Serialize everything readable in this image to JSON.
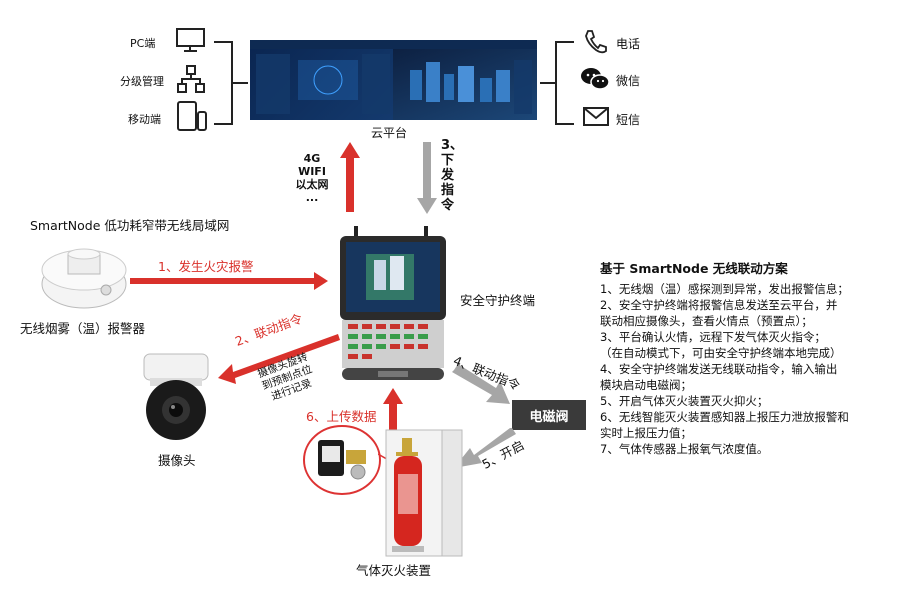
{
  "cloud": {
    "title": "云平台",
    "left_items": [
      "PC端",
      "分级管理",
      "移动端"
    ],
    "right_items": [
      "电话",
      "微信",
      "短信"
    ]
  },
  "network": {
    "up_labels": [
      "4G",
      "WIFI",
      "以太网",
      "..."
    ],
    "down_label": "3、下发指令"
  },
  "network_title": "SmartNode 低功耗窄带无线局域网",
  "devices": {
    "smoke_sensor": "无线烟雾（温）报警器",
    "camera": "摄像头",
    "terminal": "安全守护终端",
    "valve": "电磁阀",
    "extinguisher": "气体灭火装置"
  },
  "steps": {
    "s1": "1、发生火灾报警",
    "s2": "2、联动指令",
    "s4": "4、联动指令",
    "s5": "5、开启",
    "s6": "6、上传数据",
    "camera_note": [
      "摄像头旋转",
      "到预制点位",
      "进行记录"
    ]
  },
  "scheme": {
    "title": "基于 SmartNode 无线联动方案",
    "lines": [
      "1、无线烟（温）感探测到异常，发出报警信息；",
      "2、安全守护终端将报警信息发送至云平台，并",
      "联动相应摄像头，查看火情点（预置点）；",
      "3、平台确认火情，远程下发气体灭火指令；",
      "（在自动模式下，可由安全守护终端本地完成）",
      "4、安全守护终端发送无线联动指令，输入输出",
      "模块启动电磁阀；",
      "5、开启气体灭火装置灭火抑火；",
      "6、无线智能灭火装置感知器上报压力泄放报警和",
      "实时上报压力值；",
      "7、气体传感器上报氧气浓度值。"
    ]
  },
  "colors": {
    "red": "#d9312b",
    "gray": "#a6a6a6",
    "valve_bg": "#3a3a3a"
  }
}
